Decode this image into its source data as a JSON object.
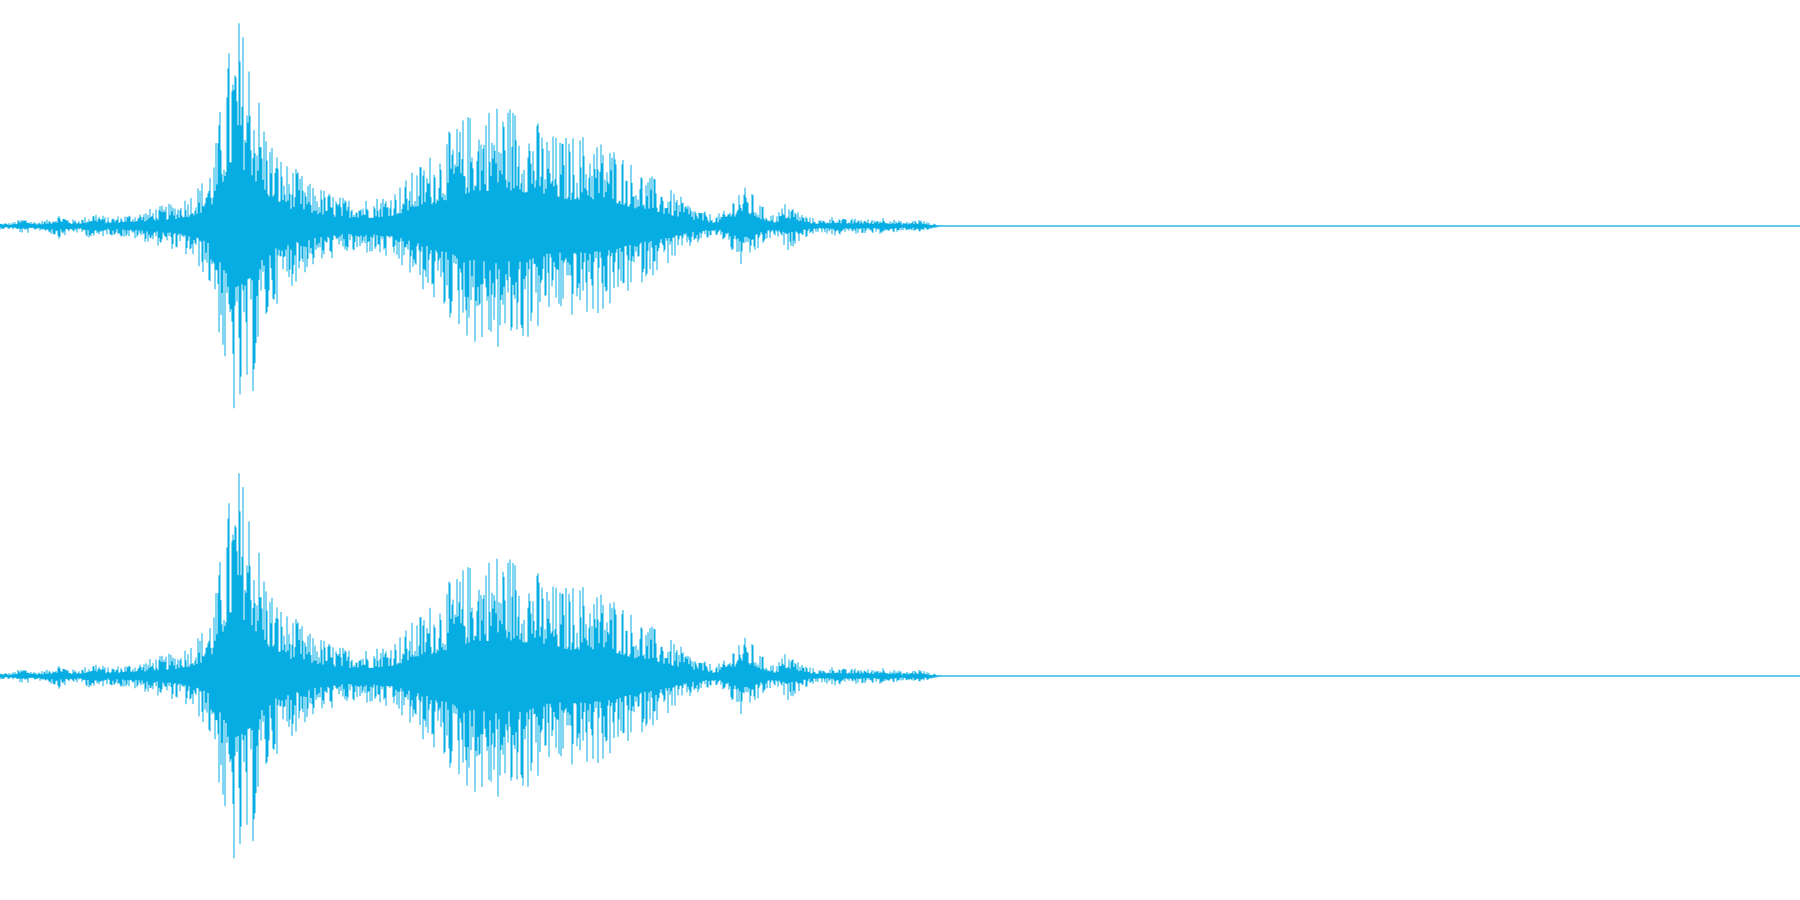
{
  "waveform": {
    "color": "#06ade3",
    "background": "#ffffff",
    "channels": [
      {
        "name": "",
        "envelope": [
          0.015,
          0.016,
          0.04,
          0.02,
          0.03,
          0.06,
          0.03,
          0.04,
          0.07,
          0.04,
          0.05,
          0.06,
          0.07,
          0.09,
          0.1,
          0.12,
          0.16,
          0.22,
          0.35,
          0.8,
          0.99,
          0.85,
          0.55,
          0.38,
          0.3,
          0.26,
          0.2,
          0.18,
          0.15,
          0.13,
          0.14,
          0.13,
          0.15,
          0.17,
          0.22,
          0.28,
          0.34,
          0.4,
          0.46,
          0.52,
          0.56,
          0.58,
          0.6,
          0.58,
          0.55,
          0.5,
          0.44,
          0.42,
          0.43,
          0.44,
          0.42,
          0.4,
          0.36,
          0.3,
          0.26,
          0.22,
          0.18,
          0.14,
          0.1,
          0.07,
          0.05,
          0.08,
          0.2,
          0.16,
          0.09,
          0.05,
          0.12,
          0.07,
          0.04,
          0.03,
          0.05,
          0.03,
          0.04,
          0.03,
          0.045,
          0.03,
          0.02,
          0.035,
          0.015,
          0.004,
          0.002
        ],
        "end_fraction": 0.53
      },
      {
        "name": "",
        "envelope": [
          0.015,
          0.016,
          0.04,
          0.02,
          0.03,
          0.06,
          0.03,
          0.04,
          0.07,
          0.04,
          0.05,
          0.06,
          0.07,
          0.09,
          0.1,
          0.12,
          0.16,
          0.22,
          0.35,
          0.8,
          0.99,
          0.85,
          0.55,
          0.38,
          0.3,
          0.26,
          0.2,
          0.18,
          0.15,
          0.13,
          0.14,
          0.13,
          0.15,
          0.17,
          0.22,
          0.28,
          0.34,
          0.4,
          0.46,
          0.52,
          0.56,
          0.58,
          0.6,
          0.58,
          0.55,
          0.5,
          0.44,
          0.42,
          0.43,
          0.44,
          0.42,
          0.4,
          0.36,
          0.3,
          0.26,
          0.22,
          0.18,
          0.14,
          0.1,
          0.07,
          0.05,
          0.08,
          0.2,
          0.16,
          0.09,
          0.05,
          0.12,
          0.07,
          0.04,
          0.03,
          0.05,
          0.03,
          0.04,
          0.03,
          0.045,
          0.03,
          0.02,
          0.035,
          0.015,
          0.004,
          0.002
        ],
        "end_fraction": 0.53
      }
    ]
  }
}
